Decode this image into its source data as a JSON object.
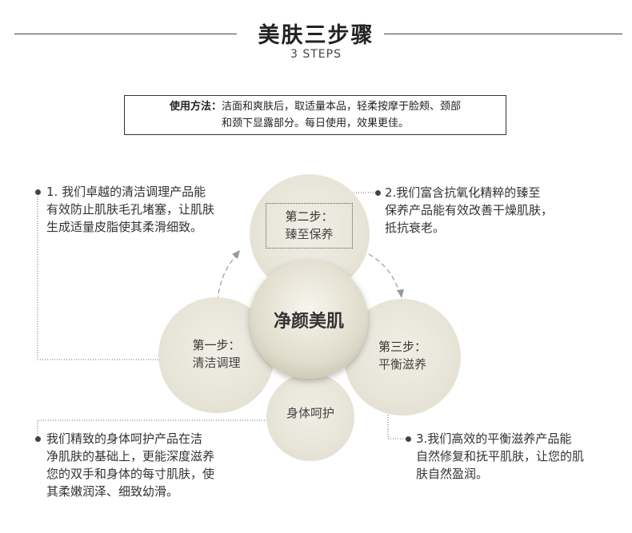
{
  "header": {
    "title": "美肤三步骤",
    "subtitle": "3 STEPS"
  },
  "usage": {
    "label": "使用方法：",
    "line1": "洁面和爽肤后，取适量本品，轻柔按摩于脸颊、颈部",
    "line2": "和颈下显露部分。每日使用，效果更佳。"
  },
  "center": {
    "label": "净颜美肌"
  },
  "steps": [
    {
      "title": "第一步：",
      "name": "清洁调理"
    },
    {
      "title": "第二步：",
      "name": "臻至保养"
    },
    {
      "title": "第三步：",
      "name": "平衡滋养"
    },
    {
      "title": "",
      "name": "身体呵护"
    }
  ],
  "descriptions": [
    {
      "lines": [
        "1. 我们卓越的清洁调理产品能",
        "有效防止肌肤毛孔堵塞，让肌肤",
        "生成适量皮脂使其柔滑细致。"
      ]
    },
    {
      "lines": [
        "2.我们富含抗氧化精粹的臻至",
        "保养产品能有效改善干燥肌肤，",
        "抵抗衰老。"
      ]
    },
    {
      "lines": [
        "3.我们高效的平衡滋养产品能",
        "自然修复和抚平肌肤，让您的肌",
        "肤自然盈润。"
      ]
    },
    {
      "lines": [
        "我们精致的身体呵护产品在洁",
        "净肌肤的基础上，更能深度滋养",
        "您的双手和身体的每寸肌肤，使",
        "其柔嫩润泽、细致幼滑。"
      ]
    }
  ]
}
